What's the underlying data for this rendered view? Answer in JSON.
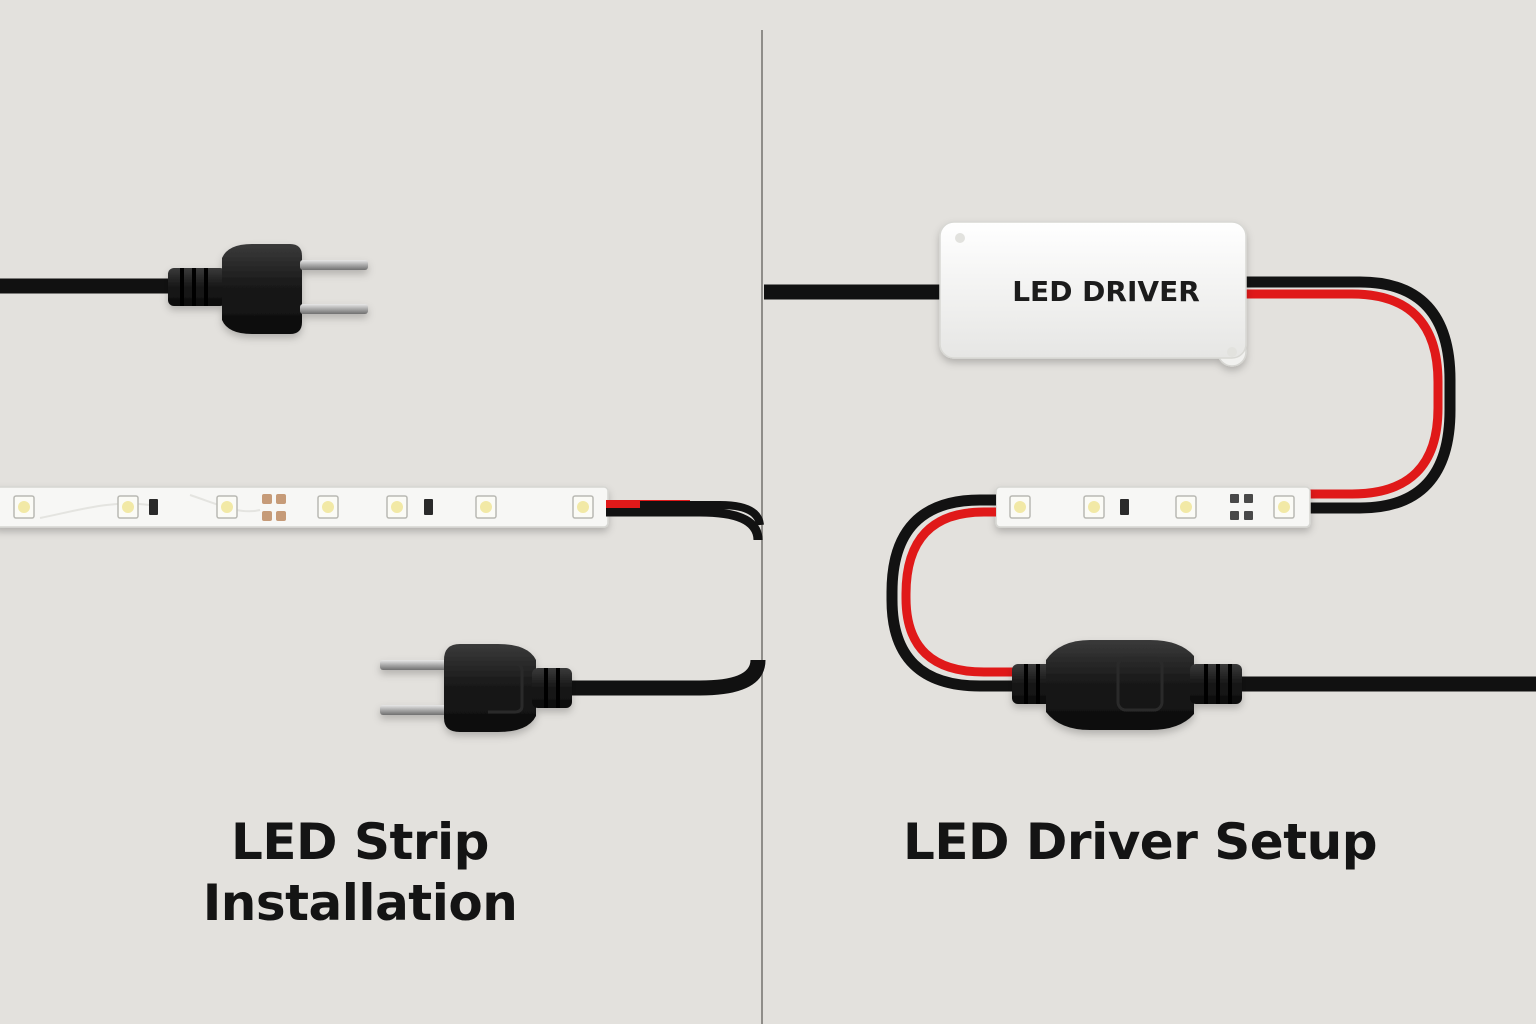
{
  "left_panel": {
    "caption_line1": "LED Strip",
    "caption_line2": "Installation"
  },
  "right_panel": {
    "caption": "LED Driver Setup",
    "driver_label": "LED DRIVER"
  },
  "colors": {
    "background": "#e3e1dd",
    "divider": "#8f8d89",
    "cable_black": "#141414",
    "wire_red": "#e01919",
    "strip_white": "#f7f7f5",
    "led_yellow": "#f2e9a6",
    "driver_white": "#f5f5f3"
  },
  "icons": [
    "power-plug-icon",
    "led-strip-icon",
    "led-driver-icon",
    "power-connector-icon"
  ]
}
